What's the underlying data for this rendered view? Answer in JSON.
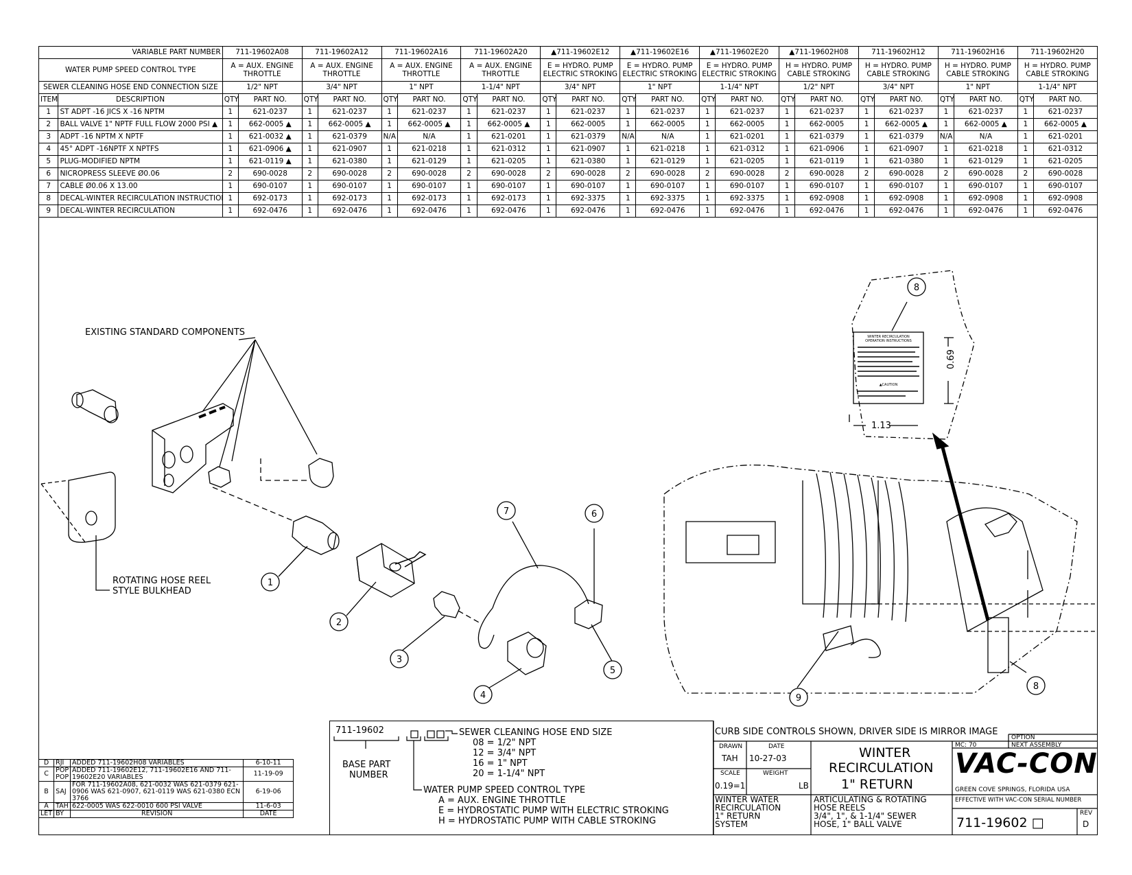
{
  "parts_table": {
    "variable_part_number_label": "VARIABLE PART NUMBER",
    "speed_control_label": "WATER PUMP SPEED CONTROL TYPE",
    "connection_size_label": "SEWER CLEANING HOSE END CONNECTION SIZE",
    "col_item": "ITEM",
    "col_description": "DESCRIPTION",
    "col_qty": "QTY",
    "col_part_no": "PART NO.",
    "variants": [
      {
        "pn": "711-19602A08",
        "type": "A = AUX. ENGINE THROTTLE",
        "size": "1/2\" NPT"
      },
      {
        "pn": "711-19602A12",
        "type": "A = AUX. ENGINE THROTTLE",
        "size": "3/4\" NPT"
      },
      {
        "pn": "711-19602A16",
        "type": "A = AUX. ENGINE THROTTLE",
        "size": "1\" NPT"
      },
      {
        "pn": "711-19602A20",
        "type": "A = AUX. ENGINE THROTTLE",
        "size": "1-1/4\" NPT"
      },
      {
        "pn": "▲711-19602E12",
        "type": "E = HYDRO. PUMP ELECTRIC STROKING",
        "size": "3/4\" NPT"
      },
      {
        "pn": "▲711-19602E16",
        "type": "E = HYDRO. PUMP ELECTRIC STROKING",
        "size": "1\" NPT"
      },
      {
        "pn": "▲711-19602E20",
        "type": "E = HYDRO. PUMP ELECTRIC STROKING",
        "size": "1-1/4\" NPT"
      },
      {
        "pn": "▲711-19602H08",
        "type": "H = HYDRO. PUMP CABLE STROKING",
        "size": "1/2\" NPT"
      },
      {
        "pn": "711-19602H12",
        "type": "H = HYDRO. PUMP CABLE STROKING",
        "size": "3/4\" NPT"
      },
      {
        "pn": "711-19602H16",
        "type": "H = HYDRO. PUMP CABLE STROKING",
        "size": "1\" NPT"
      },
      {
        "pn": "711-19602H20",
        "type": "H = HYDRO. PUMP CABLE STROKING",
        "size": "1-1/4\" NPT"
      }
    ],
    "rows": [
      {
        "item": "1",
        "desc": "ST ADPT -16 JICS X -16 NPTM",
        "cells": [
          [
            "1",
            "621-0237"
          ],
          [
            "1",
            "621-0237"
          ],
          [
            "1",
            "621-0237"
          ],
          [
            "1",
            "621-0237"
          ],
          [
            "1",
            "621-0237"
          ],
          [
            "1",
            "621-0237"
          ],
          [
            "1",
            "621-0237"
          ],
          [
            "1",
            "621-0237"
          ],
          [
            "1",
            "621-0237"
          ],
          [
            "1",
            "621-0237"
          ],
          [
            "1",
            "621-0237"
          ]
        ]
      },
      {
        "item": "2",
        "desc": "BALL VALVE 1\" NPTF FULL FLOW 2000 PSI ▲",
        "cells": [
          [
            "1",
            "662-0005 ▲"
          ],
          [
            "1",
            "662-0005 ▲"
          ],
          [
            "1",
            "662-0005 ▲"
          ],
          [
            "1",
            "662-0005 ▲"
          ],
          [
            "1",
            "662-0005"
          ],
          [
            "1",
            "662-0005"
          ],
          [
            "1",
            "662-0005"
          ],
          [
            "1",
            "662-0005"
          ],
          [
            "1",
            "662-0005 ▲"
          ],
          [
            "1",
            "662-0005 ▲"
          ],
          [
            "1",
            "662-0005 ▲"
          ]
        ]
      },
      {
        "item": "3",
        "desc": "ADPT -16 NPTM X NPTF",
        "cells": [
          [
            "1",
            "621-0032 ▲"
          ],
          [
            "1",
            "621-0379"
          ],
          [
            "N/A",
            "N/A"
          ],
          [
            "1",
            "621-0201"
          ],
          [
            "1",
            "621-0379"
          ],
          [
            "N/A",
            "N/A"
          ],
          [
            "1",
            "621-0201"
          ],
          [
            "1",
            "621-0379"
          ],
          [
            "1",
            "621-0379"
          ],
          [
            "N/A",
            "N/A"
          ],
          [
            "1",
            "621-0201"
          ]
        ]
      },
      {
        "item": "4",
        "desc": "45° ADPT -16NPTF X NPTFS",
        "cells": [
          [
            "1",
            "621-0906 ▲"
          ],
          [
            "1",
            "621-0907"
          ],
          [
            "1",
            "621-0218"
          ],
          [
            "1",
            "621-0312"
          ],
          [
            "1",
            "621-0907"
          ],
          [
            "1",
            "621-0218"
          ],
          [
            "1",
            "621-0312"
          ],
          [
            "1",
            "621-0906"
          ],
          [
            "1",
            "621-0907"
          ],
          [
            "1",
            "621-0218"
          ],
          [
            "1",
            "621-0312"
          ]
        ]
      },
      {
        "item": "5",
        "desc": "PLUG-MODIFIED NPTM",
        "cells": [
          [
            "1",
            "621-0119 ▲"
          ],
          [
            "1",
            "621-0380"
          ],
          [
            "1",
            "621-0129"
          ],
          [
            "1",
            "621-0205"
          ],
          [
            "1",
            "621-0380"
          ],
          [
            "1",
            "621-0129"
          ],
          [
            "1",
            "621-0205"
          ],
          [
            "1",
            "621-0119"
          ],
          [
            "1",
            "621-0380"
          ],
          [
            "1",
            "621-0129"
          ],
          [
            "1",
            "621-0205"
          ]
        ]
      },
      {
        "item": "6",
        "desc": "NICROPRESS SLEEVE Ø0.06",
        "cells": [
          [
            "2",
            "690-0028"
          ],
          [
            "2",
            "690-0028"
          ],
          [
            "2",
            "690-0028"
          ],
          [
            "2",
            "690-0028"
          ],
          [
            "2",
            "690-0028"
          ],
          [
            "2",
            "690-0028"
          ],
          [
            "2",
            "690-0028"
          ],
          [
            "2",
            "690-0028"
          ],
          [
            "2",
            "690-0028"
          ],
          [
            "2",
            "690-0028"
          ],
          [
            "2",
            "690-0028"
          ]
        ]
      },
      {
        "item": "7",
        "desc": "CABLE Ø0.06 X 13.00",
        "cells": [
          [
            "1",
            "690-0107"
          ],
          [
            "1",
            "690-0107"
          ],
          [
            "1",
            "690-0107"
          ],
          [
            "1",
            "690-0107"
          ],
          [
            "1",
            "690-0107"
          ],
          [
            "1",
            "690-0107"
          ],
          [
            "1",
            "690-0107"
          ],
          [
            "1",
            "690-0107"
          ],
          [
            "1",
            "690-0107"
          ],
          [
            "1",
            "690-0107"
          ],
          [
            "1",
            "690-0107"
          ]
        ]
      },
      {
        "item": "8",
        "desc": "DECAL-WINTER RECIRCULATION INSTRUCTIONS",
        "cells": [
          [
            "1",
            "692-0173"
          ],
          [
            "1",
            "692-0173"
          ],
          [
            "1",
            "692-0173"
          ],
          [
            "1",
            "692-0173"
          ],
          [
            "1",
            "692-3375"
          ],
          [
            "1",
            "692-3375"
          ],
          [
            "1",
            "692-3375"
          ],
          [
            "1",
            "692-0908"
          ],
          [
            "1",
            "692-0908"
          ],
          [
            "1",
            "692-0908"
          ],
          [
            "1",
            "692-0908"
          ]
        ]
      },
      {
        "item": "9",
        "desc": "DECAL-WINTER RECIRCULATION",
        "cells": [
          [
            "1",
            "692-0476"
          ],
          [
            "1",
            "692-0476"
          ],
          [
            "1",
            "692-0476"
          ],
          [
            "1",
            "692-0476"
          ],
          [
            "1",
            "692-0476"
          ],
          [
            "1",
            "692-0476"
          ],
          [
            "1",
            "692-0476"
          ],
          [
            "1",
            "692-0476"
          ],
          [
            "1",
            "692-0476"
          ],
          [
            "1",
            "692-0476"
          ],
          [
            "1",
            "692-0476"
          ]
        ]
      }
    ]
  },
  "drawing": {
    "existing_components": "EXISTING STANDARD COMPONENTS",
    "bulkhead_line1": "ROTATING HOSE REEL",
    "bulkhead_line2": "STYLE BULKHEAD",
    "balloons": [
      "1",
      "2",
      "3",
      "4",
      "5",
      "6",
      "7",
      "8",
      "9"
    ],
    "dim_height": "0.69",
    "dim_width": "1.13",
    "decal_title1": "WINTER RECIRCULATION",
    "decal_title2": "OPERATION INSTRUCTIONS",
    "decal_caution": "▲CAUTION"
  },
  "revisions": [
    {
      "let": "D",
      "by": "RJI",
      "rev": "ADDED 711-19602H08 VARIABLES",
      "date": "6-10-11"
    },
    {
      "let": "C",
      "by": "POP POP",
      "rev": "ADDED 711-19602E12, 711-19602E16 AND 711-19602E20 VARIABLES",
      "date": "11-19-09"
    },
    {
      "let": "B",
      "by": "SAJ",
      "rev": "FOR 711-19602A08, 621-0032 WAS 621-0379 621-0906 WAS 621-0907, 621-0119 WAS 621-0380 ECN 3766",
      "date": "6-19-06"
    },
    {
      "let": "A",
      "by": "TAH",
      "rev": "622-0005 WAS 622-0010 600 PSI VALVE",
      "date": "11-6-03"
    }
  ],
  "revision_headers": {
    "let": "LET",
    "by": "BY",
    "rev": "REVISION",
    "date": "DATE"
  },
  "legend": {
    "code": "711-19602",
    "sewer_label": "SEWER CLEANING HOSE END SIZE",
    "sizes": [
      "08 = 1/2\" NPT",
      "12 = 3/4\" NPT",
      "16 = 1\" NPT",
      "20 = 1-1/4\" NPT"
    ],
    "base_part_1": "BASE PART",
    "base_part_2": "NUMBER",
    "speed_label": "WATER PUMP SPEED CONTROL TYPE",
    "speed_types": [
      "A = AUX. ENGINE THROTTLE",
      "E = HYDROSTATIC PUMP WITH ELECTRIC STROKING",
      "H = HYDROSTATIC PUMP WITH CABLE STROKING"
    ]
  },
  "title_block": {
    "curb_note": "CURB SIDE CONTROLS SHOWN, DRIVER SIDE IS MIRROR IMAGE",
    "option": "OPTION",
    "next_assembly": "NEXT ASSEMBLY",
    "mc": "MC: 70",
    "drawn_label": "DRAWN",
    "drawn": "TAH",
    "date_label": "DATE",
    "date": "10-27-03",
    "scale_label": "SCALE",
    "scale": "0.19=1",
    "weight_label": "WEIGHT",
    "weight_unit": "LB",
    "title1": "WINTER",
    "title2": "RECIRCULATION",
    "title3": "1\" RETURN",
    "desc_left": [
      "WINTER WATER",
      "RECIRCULATION",
      "1\" RETURN",
      "SYSTEM"
    ],
    "desc_right": [
      "ARTICULATING & ROTATING",
      "HOSE REELS",
      "3/4\", 1\", & 1-1/4\" SEWER",
      "HOSE, 1\" BALL VALVE"
    ],
    "company": "VAC-CON",
    "location": "GREEN COVE SPRINGS, FLORIDA USA",
    "effective": "EFFECTIVE WITH VAC-CON SERIAL NUMBER",
    "drawing_number": "711-19602 □",
    "rev_label": "REV",
    "rev": "D"
  }
}
